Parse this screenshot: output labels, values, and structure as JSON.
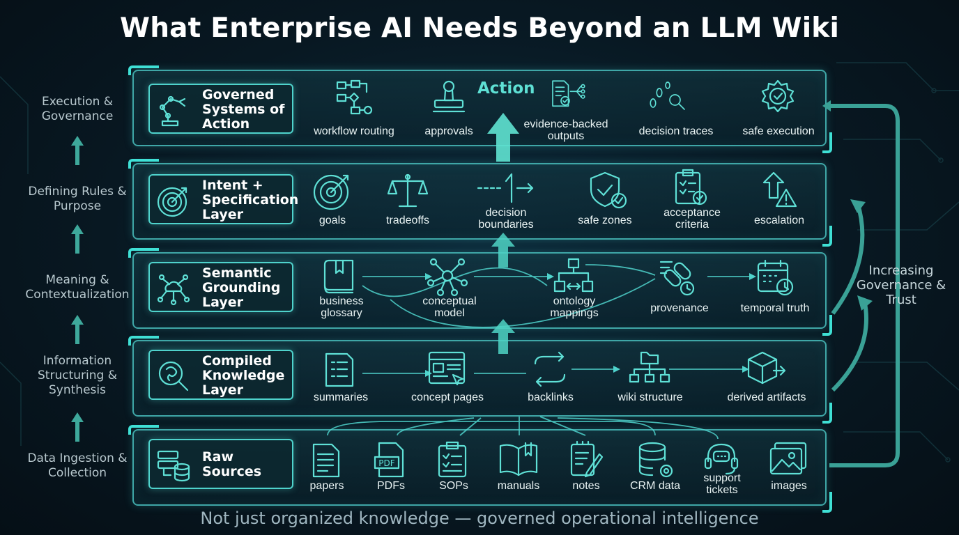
{
  "title": "What Enterprise AI Needs Beyond an LLM Wiki",
  "footer": "Not just organized knowledge — governed operational intelligence",
  "action_label": "Action",
  "governance_label": "Increasing Governance & Trust",
  "side_labels": [
    "Execution & Governance",
    "Defining Rules & Purpose",
    "Meaning & Contextualization",
    "Information Structuring & Synthesis",
    "Data Ingestion & Collection"
  ],
  "layers": [
    {
      "title": "Governed Systems of Action",
      "icon": "robot-arm-icon",
      "items": [
        {
          "label": "workflow routing",
          "icon": "workflow-icon"
        },
        {
          "label": "approvals",
          "icon": "stamp-icon"
        },
        {
          "label": "evidence-backed outputs",
          "icon": "document-check-icon"
        },
        {
          "label": "decision traces",
          "icon": "footprints-icon"
        },
        {
          "label": "safe execution",
          "icon": "gear-check-icon"
        }
      ]
    },
    {
      "title": "Intent + Specification Layer",
      "icon": "target-icon",
      "items": [
        {
          "label": "goals",
          "icon": "target-icon"
        },
        {
          "label": "tradeoffs",
          "icon": "scale-icon"
        },
        {
          "label": "decision boundaries",
          "icon": "boundary-icon"
        },
        {
          "label": "safe zones",
          "icon": "shield-check-icon"
        },
        {
          "label": "acceptance criteria",
          "icon": "checklist-icon"
        },
        {
          "label": "escalation",
          "icon": "warning-arrow-icon"
        }
      ]
    },
    {
      "title": "Semantic Grounding Layer",
      "icon": "cloud-network-icon",
      "items": [
        {
          "label": "business glossary",
          "icon": "book-icon"
        },
        {
          "label": "conceptual model",
          "icon": "network-icon"
        },
        {
          "label": "ontology mappings",
          "icon": "hierarchy-icon"
        },
        {
          "label": "provenance",
          "icon": "chain-link-icon"
        },
        {
          "label": "temporal truth",
          "icon": "calendar-clock-icon"
        }
      ]
    },
    {
      "title": "Compiled Knowledge Layer",
      "icon": "brain-magnifier-icon",
      "items": [
        {
          "label": "summaries",
          "icon": "summary-doc-icon"
        },
        {
          "label": "concept pages",
          "icon": "web-page-icon"
        },
        {
          "label": "backlinks",
          "icon": "exchange-arrows-icon"
        },
        {
          "label": "wiki structure",
          "icon": "folder-tree-icon"
        },
        {
          "label": "derived artifacts",
          "icon": "box-arrow-icon"
        }
      ]
    },
    {
      "title": "Raw Sources",
      "icon": "database-server-icon",
      "items": [
        {
          "label": "papers",
          "icon": "paper-icon"
        },
        {
          "label": "PDFs",
          "icon": "pdf-icon"
        },
        {
          "label": "SOPs",
          "icon": "clipboard-icon"
        },
        {
          "label": "manuals",
          "icon": "open-book-icon"
        },
        {
          "label": "notes",
          "icon": "note-pencil-icon"
        },
        {
          "label": "CRM data",
          "icon": "database-gear-icon"
        },
        {
          "label": "support tickets",
          "icon": "headset-icon"
        },
        {
          "label": "images",
          "icon": "image-icon"
        }
      ]
    }
  ]
}
